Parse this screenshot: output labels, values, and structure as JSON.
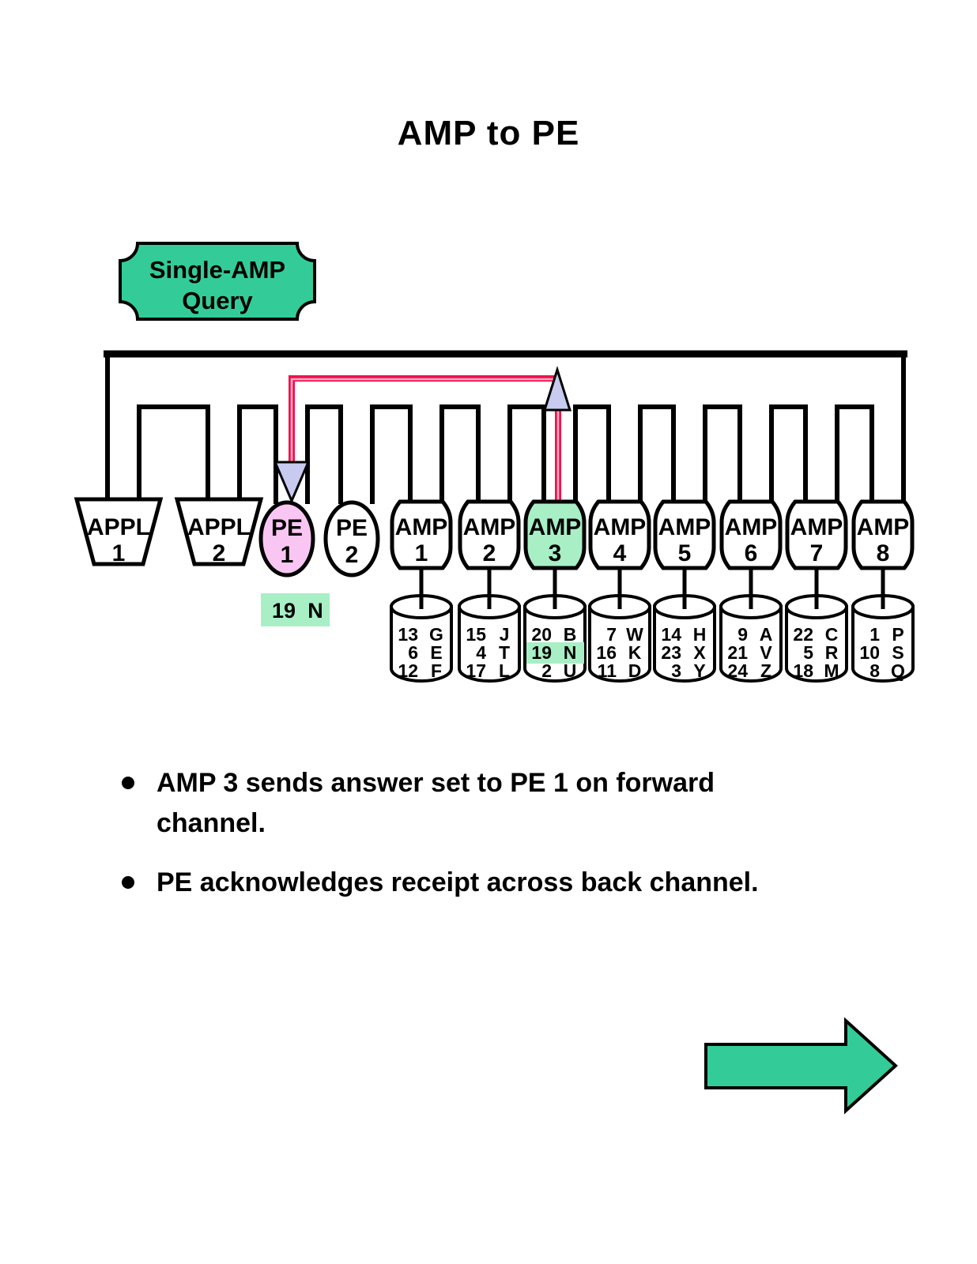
{
  "title": "AMP to PE",
  "query_box": {
    "line1": "Single-AMP",
    "line2": "Query"
  },
  "nodes": [
    {
      "id": "appl-1",
      "line1": "APPL",
      "line2": "1"
    },
    {
      "id": "appl-2",
      "line1": "APPL",
      "line2": "2"
    },
    {
      "id": "pe-1",
      "line1": "PE",
      "line2": "1"
    },
    {
      "id": "pe-2",
      "line1": "PE",
      "line2": "2"
    },
    {
      "id": "amp-1",
      "line1": "AMP",
      "line2": "1"
    },
    {
      "id": "amp-2",
      "line1": "AMP",
      "line2": "2"
    },
    {
      "id": "amp-3",
      "line1": "AMP",
      "line2": "3"
    },
    {
      "id": "amp-4",
      "line1": "AMP",
      "line2": "4"
    },
    {
      "id": "amp-5",
      "line1": "AMP",
      "line2": "5"
    },
    {
      "id": "amp-6",
      "line1": "AMP",
      "line2": "6"
    },
    {
      "id": "amp-7",
      "line1": "AMP",
      "line2": "7"
    },
    {
      "id": "amp-8",
      "line1": "AMP",
      "line2": "8"
    }
  ],
  "pe1_result": {
    "num": "19",
    "letter": "N"
  },
  "cylinders": [
    {
      "rows": [
        [
          "13",
          "G"
        ],
        [
          "6",
          "E"
        ],
        [
          "12",
          "F"
        ]
      ]
    },
    {
      "rows": [
        [
          "15",
          "J"
        ],
        [
          "4",
          "T"
        ],
        [
          "17",
          "L"
        ]
      ]
    },
    {
      "rows": [
        [
          "20",
          "B"
        ],
        [
          "19",
          "N"
        ],
        [
          "2",
          "U"
        ]
      ],
      "highlight_row": 1
    },
    {
      "rows": [
        [
          "7",
          "W"
        ],
        [
          "16",
          "K"
        ],
        [
          "11",
          "D"
        ]
      ]
    },
    {
      "rows": [
        [
          "14",
          "H"
        ],
        [
          "23",
          "X"
        ],
        [
          "3",
          "Y"
        ]
      ]
    },
    {
      "rows": [
        [
          "9",
          "A"
        ],
        [
          "21",
          "V"
        ],
        [
          "24",
          "Z"
        ]
      ]
    },
    {
      "rows": [
        [
          "22",
          "C"
        ],
        [
          "5",
          "R"
        ],
        [
          "18",
          "M"
        ]
      ]
    },
    {
      "rows": [
        [
          "1",
          "P"
        ],
        [
          "10",
          "S"
        ],
        [
          "8",
          "Q"
        ]
      ]
    }
  ],
  "bullets": [
    "AMP 3 sends answer set to PE 1 on forward channel.",
    "PE acknowledges receipt across back channel."
  ],
  "icons": {
    "ack_arrowhead": "triangle-down",
    "forward_arrowhead": "triangle-up",
    "next_arrow": "arrow-right"
  },
  "colors": {
    "green": "#33CC99",
    "pale_green": "#A8EFC5",
    "pink": "#F9C6F3",
    "lavender": "#C8CBEF",
    "red": "#F2104C",
    "red_light": "#FFAEC6"
  }
}
